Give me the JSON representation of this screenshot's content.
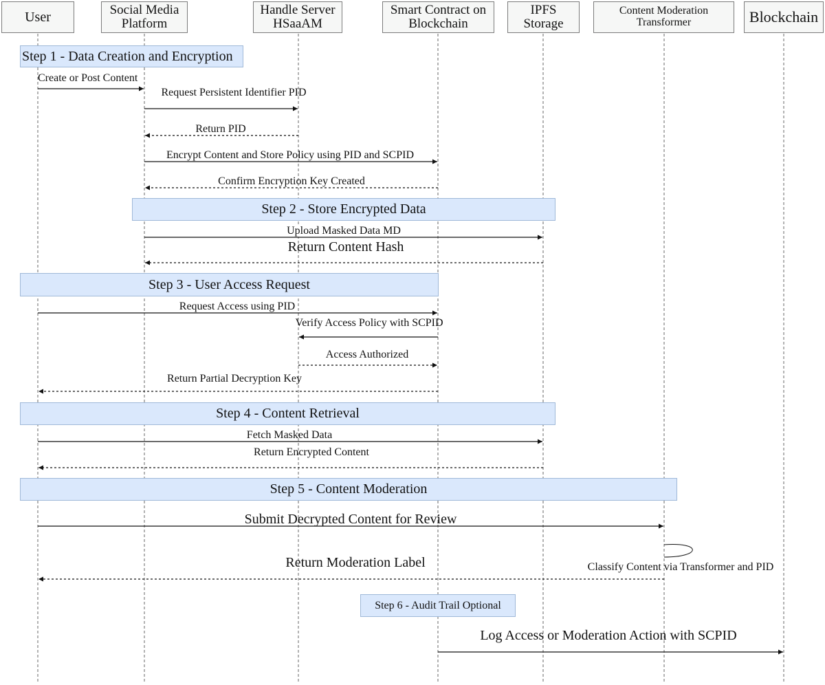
{
  "participants": [
    {
      "key": "user",
      "label": "User"
    },
    {
      "key": "smp",
      "label": "Social Media\nPlatform"
    },
    {
      "key": "hs",
      "label": "Handle Server\nHSaaAM"
    },
    {
      "key": "sc",
      "label": "Smart Contract on\nBlockchain"
    },
    {
      "key": "ipfs",
      "label": "IPFS\nStorage"
    },
    {
      "key": "cmt",
      "label": "Content Moderation\nTransformer"
    },
    {
      "key": "bc",
      "label": "Blockchain"
    }
  ],
  "steps": [
    {
      "label": "Step 1 - Data Creation and Encryption"
    },
    {
      "label": "Step 2 - Store Encrypted Data"
    },
    {
      "label": "Step 3 - User Access Request"
    },
    {
      "label": "Step 4 - Content Retrieval"
    },
    {
      "label": "Step 5 - Content Moderation"
    },
    {
      "label": "Step 6 - Audit Trail Optional"
    }
  ],
  "messages": [
    {
      "from": "user",
      "to": "smp",
      "label": "Create or Post Content",
      "style": "solid"
    },
    {
      "from": "smp",
      "to": "hs",
      "label": "Request Persistent Identifier PID",
      "style": "solid"
    },
    {
      "from": "hs",
      "to": "smp",
      "label": "Return PID",
      "style": "dotted"
    },
    {
      "from": "smp",
      "to": "sc",
      "label": "Encrypt Content and Store Policy using PID and SCPID",
      "style": "solid"
    },
    {
      "from": "sc",
      "to": "smp",
      "label": "Confirm Encryption Key Created",
      "style": "dotted"
    },
    {
      "from": "smp",
      "to": "ipfs",
      "label": "Upload Masked Data MD",
      "style": "solid"
    },
    {
      "from": "ipfs",
      "to": "smp",
      "label": "Return Content Hash",
      "style": "dotted"
    },
    {
      "from": "user",
      "to": "sc",
      "label": "Request Access using PID",
      "style": "solid"
    },
    {
      "from": "sc",
      "to": "hs",
      "label": "Verify Access Policy with SCPID",
      "style": "solid"
    },
    {
      "from": "hs",
      "to": "sc",
      "label": "Access Authorized",
      "style": "dotted"
    },
    {
      "from": "sc",
      "to": "user",
      "label": "Return Partial Decryption Key",
      "style": "dotted"
    },
    {
      "from": "user",
      "to": "ipfs",
      "label": "Fetch Masked Data",
      "style": "solid"
    },
    {
      "from": "ipfs",
      "to": "user",
      "label": "Return Encrypted Content",
      "style": "dotted"
    },
    {
      "from": "user",
      "to": "cmt",
      "label": "Submit Decrypted Content for Review",
      "style": "solid"
    },
    {
      "from": "cmt",
      "to": "cmt",
      "label": "Classify Content via Transformer and PID",
      "style": "self"
    },
    {
      "from": "cmt",
      "to": "user",
      "label": "Return Moderation Label",
      "style": "dotted"
    },
    {
      "from": "sc",
      "to": "bc",
      "label": "Log Access or Moderation Action with SCPID",
      "style": "solid"
    }
  ]
}
